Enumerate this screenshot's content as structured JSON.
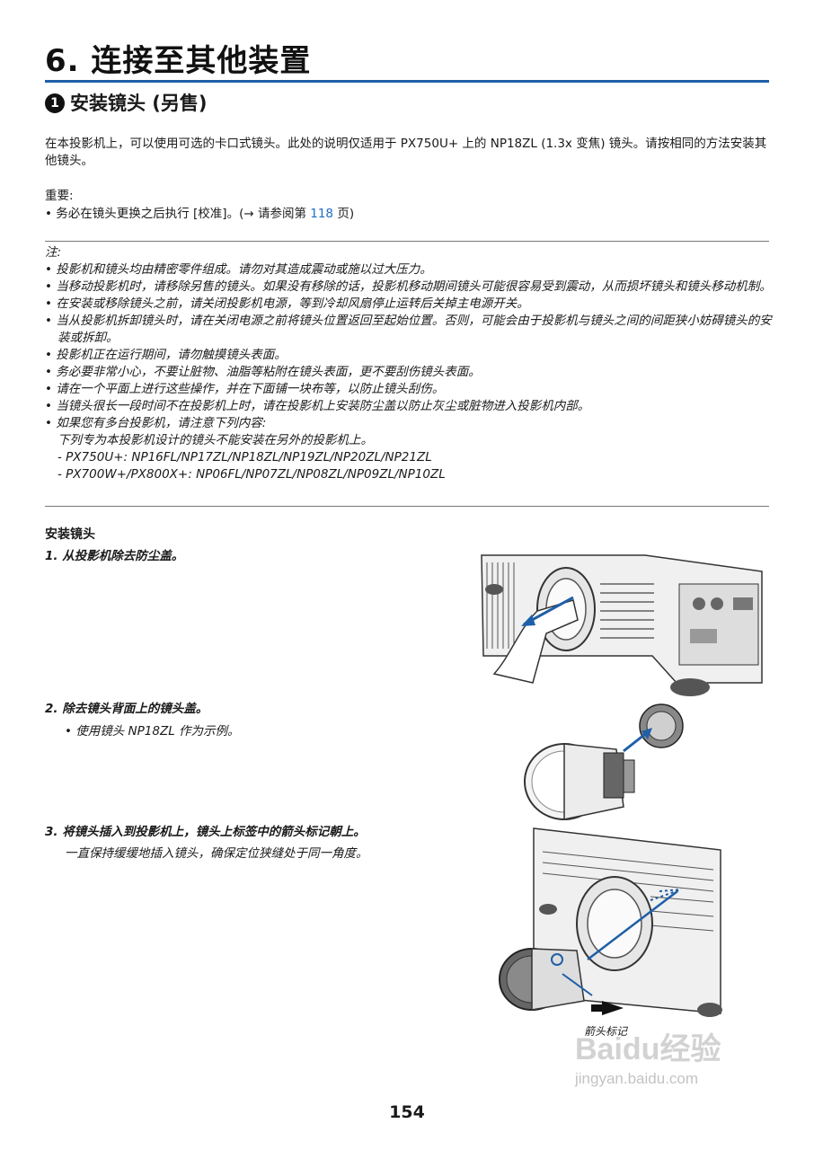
{
  "header": {
    "chapter_title": "6. 连接至其他装置",
    "section_number": "1",
    "section_title": "安装镜头 (另售)"
  },
  "intro": "在本投影机上，可以使用可选的卡口式镜头。此处的说明仅适用于 PX750U+ 上的 NP18ZL (1.3x 变焦) 镜头。请按相同的方法安装其他镜头。",
  "important": {
    "label": "重要:",
    "item_prefix": "• 务必在镜头更换之后执行 [校准]。(→ 请参阅第 ",
    "item_link": "118",
    "item_suffix": " 页)"
  },
  "notes": {
    "label": "注:",
    "items": [
      "• 投影机和镜头均由精密零件组成。请勿对其造成震动或施以过大压力。",
      "• 当移动投影机时，请移除另售的镜头。如果没有移除的话，投影机移动期间镜头可能很容易受到震动，从而损坏镜头和镜头移动机制。",
      "• 在安装或移除镜头之前，请关闭投影机电源，等到冷却风扇停止运转后关掉主电源开关。",
      "• 当从投影机拆卸镜头时，请在关闭电源之前将镜头位置返回至起始位置。否则，可能会由于投影机与镜头之间的间距狭小妨碍镜头的安装或拆卸。",
      "• 投影机正在运行期间，请勿触摸镜头表面。",
      "• 务必要非常小心，不要让脏物、油脂等粘附在镜头表面，更不要刮伤镜头表面。",
      "• 请在一个平面上进行这些操作，并在下面铺一块布等，以防止镜头刮伤。",
      "• 当镜头很长一段时间不在投影机上时，请在投影机上安装防尘盖以防止灰尘或脏物进入投影机内部。",
      "• 如果您有多台投影机，请注意下列内容:"
    ],
    "sub_intro": "下列专为本投影机设计的镜头不能安装在另外的投影机上。",
    "sub_items": [
      "- PX750U+: NP16FL/NP17ZL/NP18ZL/NP19ZL/NP20ZL/NP21ZL",
      "- PX700W+/PX800X+: NP06FL/NP07ZL/NP08ZL/NP09ZL/NP10ZL"
    ]
  },
  "procedure": {
    "heading": "安装镜头",
    "steps": [
      {
        "title": "1. 从投影机除去防尘盖。"
      },
      {
        "title": "2. 除去镜头背面上的镜头盖。",
        "detail": "• 使用镜头 NP18ZL 作为示例。"
      },
      {
        "title": "3. 将镜头插入到投影机上，镜头上标签中的箭头标记朝上。",
        "detail": "一直保持缓缓地插入镜头，确保定位狭缝处于同一角度。"
      }
    ],
    "arrow_label": "箭头标记"
  },
  "footer": {
    "page_number": "154"
  },
  "watermark": {
    "brand": "Baidu经验",
    "url": "jingyan.baidu.com"
  },
  "colors": {
    "accent": "#1f5fa8",
    "link": "#1f6fc4",
    "arrow": "#1f5fa8"
  }
}
